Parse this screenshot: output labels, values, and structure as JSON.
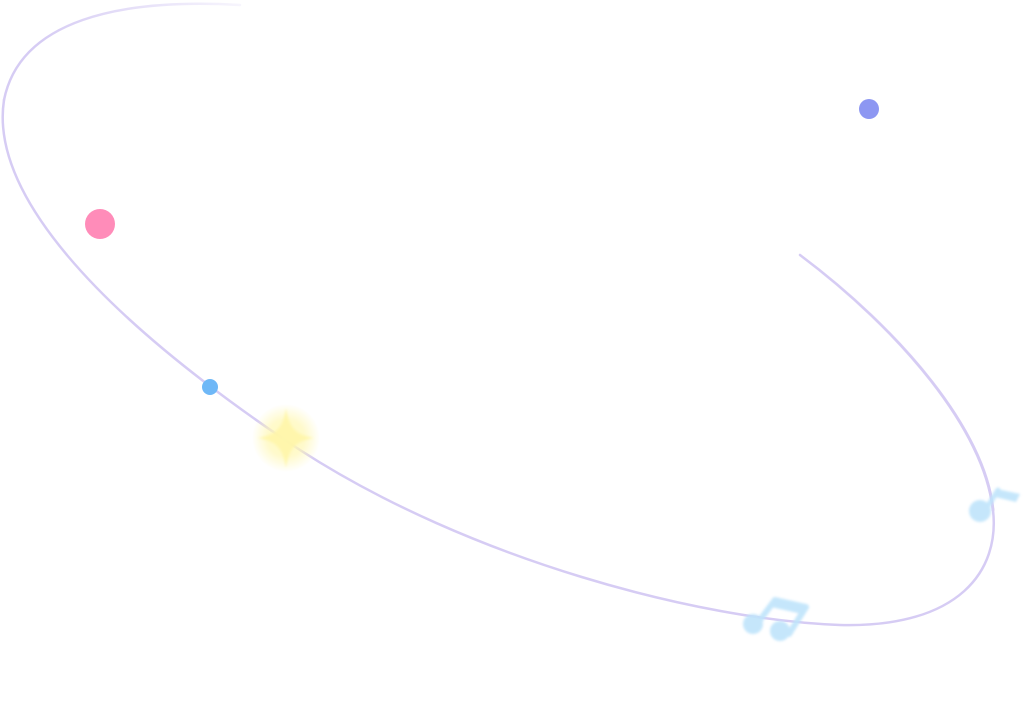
{
  "colors": {
    "orbit": "#d6ccf4",
    "dot_pink": "#ff86b5",
    "dot_blue": "#6fb8f7",
    "dot_indigo": "#8d97f2",
    "sparkle": "#fff7b0",
    "note": "#bfe4fb"
  },
  "decorations": {
    "icons": [
      "orbit-path",
      "pink-dot",
      "blue-dot",
      "indigo-dot",
      "sparkle-star-icon",
      "double-music-note-icon",
      "single-music-note-icon"
    ]
  }
}
